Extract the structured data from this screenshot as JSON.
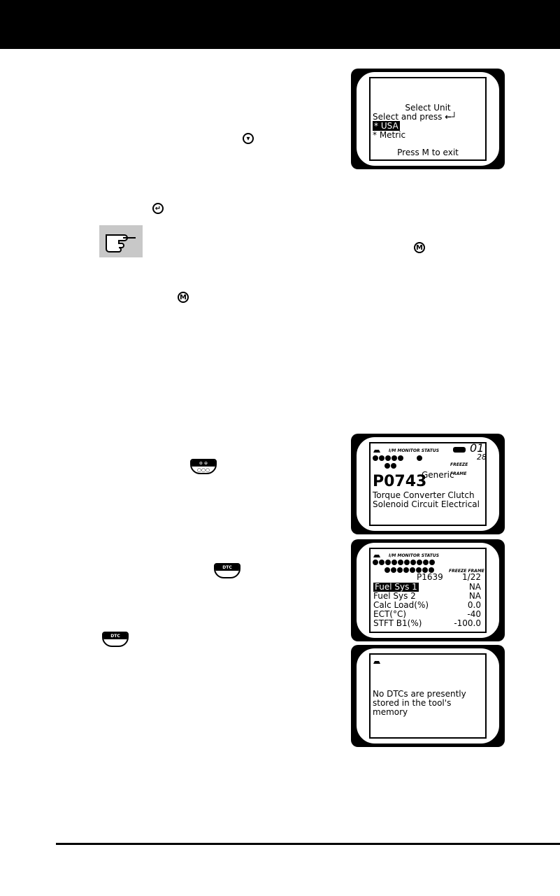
{
  "keys": {
    "down": "▾",
    "enter": "↵",
    "m": "M",
    "dtc_cap": "DTC",
    "onoff_cap": "⊙ ⊖",
    "onoff_sub": "○○○"
  },
  "screens": {
    "select_unit": {
      "title": "Select Unit",
      "prompt": "Select and press",
      "enter_glyph": "←┘",
      "option_usa": "* USA",
      "option_metric": "* Metric",
      "exit_hint": "Press M to exit"
    },
    "dtc_view": {
      "monitor_status": "I/M MONITOR STATUS",
      "counter_top": "01",
      "counter_bottom": "28",
      "freeze_frame": "FREEZE FRAME",
      "code": "P0743",
      "code_type": "Generic",
      "description_line1": "Torque Converter Clutch",
      "description_line2": "Solenoid Circuit Electrical"
    },
    "freeze_frame_view": {
      "monitor_status": "I/M MONITOR STATUS",
      "freeze_frame": "FREEZE FRAME",
      "code": "P1639",
      "page": "1/22",
      "rows": [
        {
          "label": "Fuel Sys 1",
          "value": "NA"
        },
        {
          "label": "Fuel Sys 2",
          "value": "NA"
        },
        {
          "label": "Calc Load(%)",
          "value": "0.0"
        },
        {
          "label": "ECT(°C)",
          "value": "-40"
        },
        {
          "label": "STFT B1(%)",
          "value": "-100.0"
        }
      ]
    },
    "no_dtc": {
      "line1": "No DTCs are presently",
      "line2": "stored in the tool's memory"
    }
  }
}
